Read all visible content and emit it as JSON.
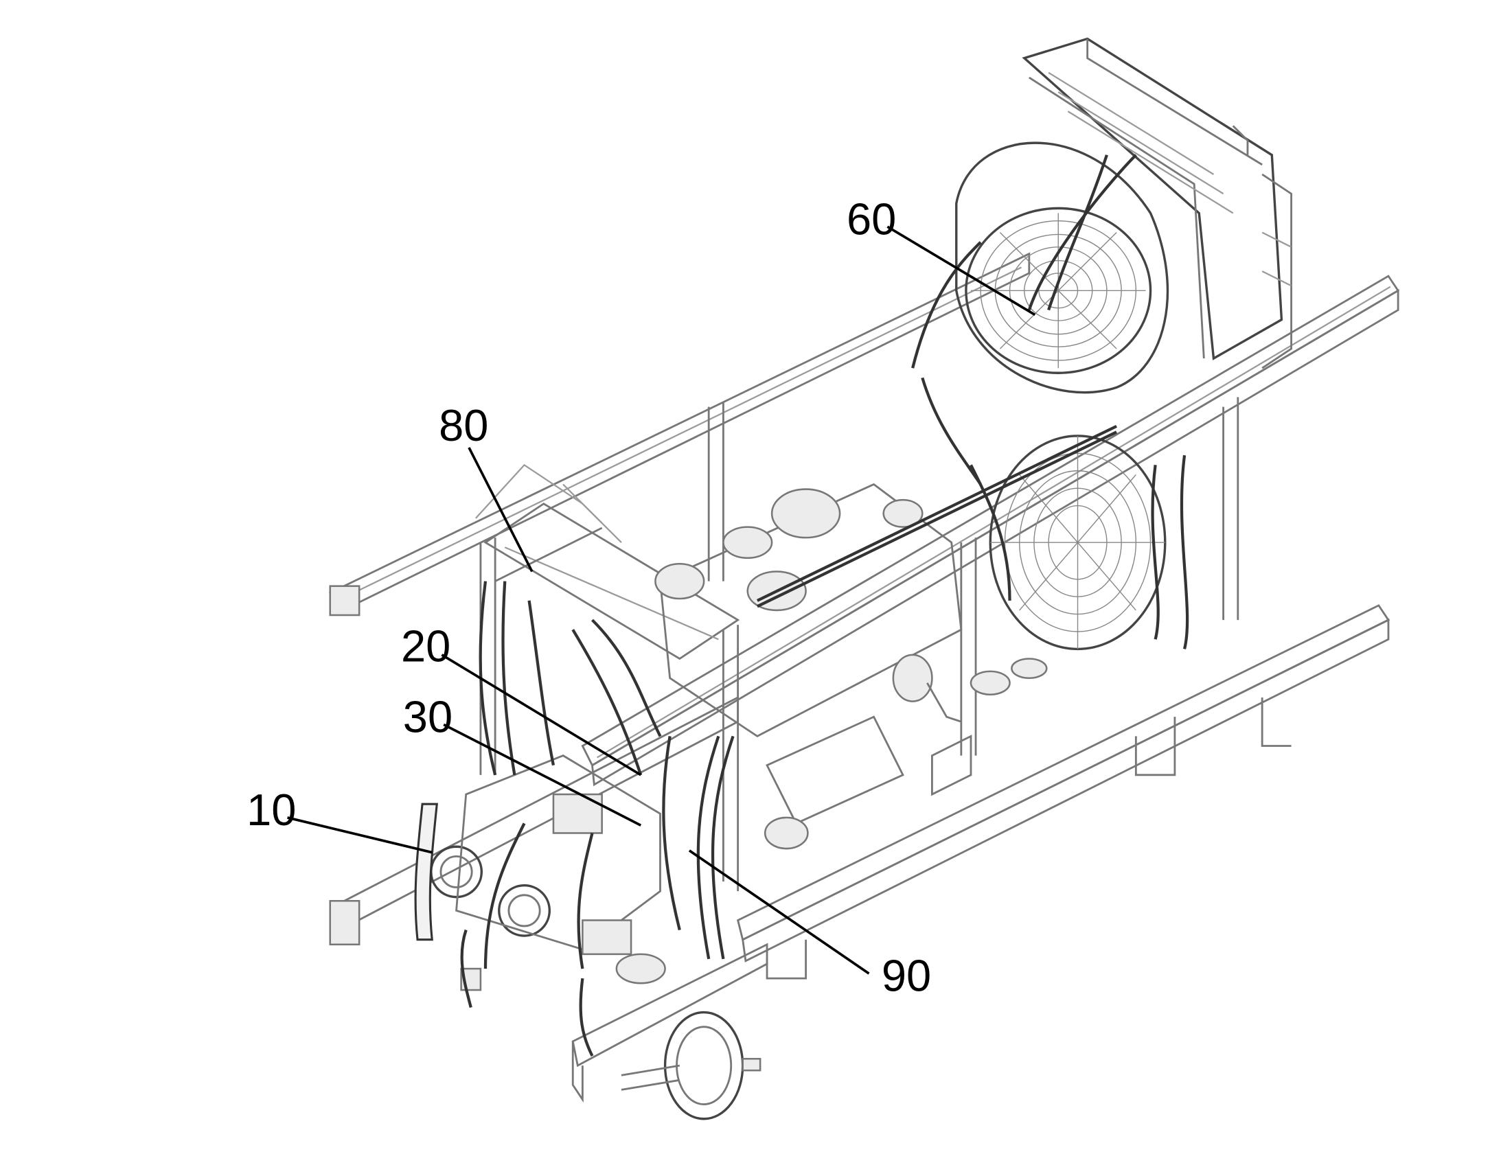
{
  "diagram": {
    "callouts": [
      {
        "id": "callout-10",
        "label": "10"
      },
      {
        "id": "callout-20",
        "label": "20"
      },
      {
        "id": "callout-30",
        "label": "30"
      },
      {
        "id": "callout-60",
        "label": "60"
      },
      {
        "id": "callout-80",
        "label": "80"
      },
      {
        "id": "callout-90",
        "label": "90"
      }
    ]
  }
}
